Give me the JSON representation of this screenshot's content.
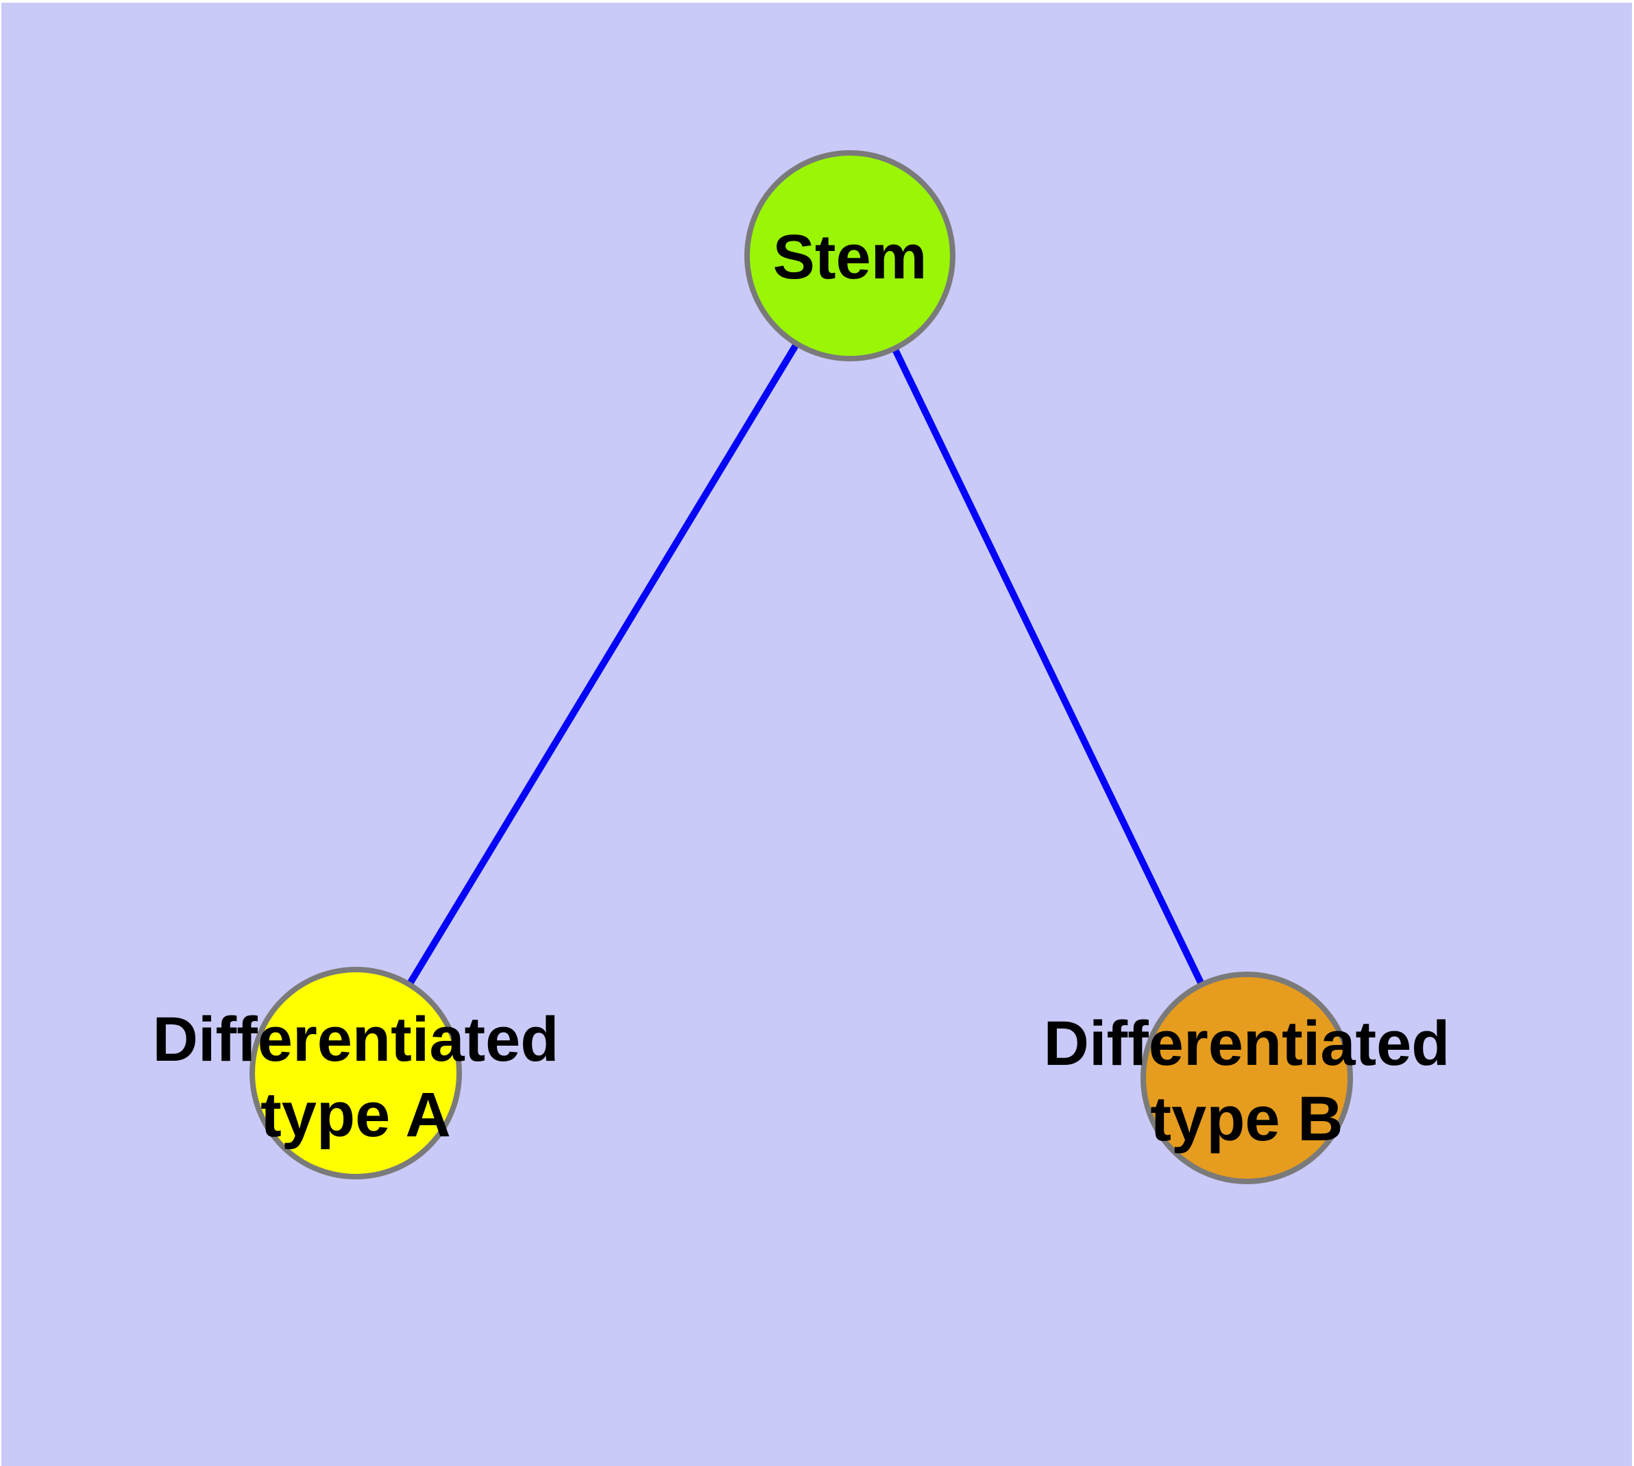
{
  "diagram": {
    "type": "graph",
    "background_color": "#CACAF8",
    "edge_color": "#0404F8",
    "node_border_color": "#7A7A7A",
    "label_color": "#000000",
    "nodes": {
      "stem": {
        "label": "Stem",
        "fill": "#9AF604"
      },
      "differentiated_a": {
        "label_line1": "Differentiated",
        "label_line2": "type A",
        "fill": "#FFFF00"
      },
      "differentiated_b": {
        "label_line1": "Differentiated",
        "label_line2": "type B",
        "fill": "#E69C1E"
      }
    },
    "edges": [
      {
        "from": "Stem",
        "to": "Differentiated type A"
      },
      {
        "from": "Stem",
        "to": "Differentiated type B"
      }
    ]
  }
}
